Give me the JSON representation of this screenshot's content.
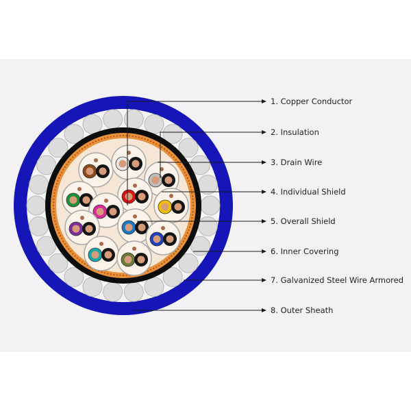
{
  "labels": [
    "1. Copper Conductor",
    "2. Insulation",
    "3. Drain Wire",
    "4. Individual Shield",
    "5. Overall Shield",
    "6. Inner Covering",
    "7. Galvanized Steel Wire Armored",
    "8. Outer Sheath"
  ],
  "colors": {
    "outer_sheath": "#1515b8",
    "armor_wire": "#dcdcdc",
    "inner_covering": "#0d0d0d",
    "overall_shield": "#e8913a",
    "filler": "#f6e6d6",
    "copper": "#d89b7a",
    "insulation_black": "#151515"
  },
  "pairs": [
    {
      "color": "#8a4a1e"
    },
    {
      "color": "#e9e9e9"
    },
    {
      "color": "#bdbdbd"
    },
    {
      "color": "#1e8f3a"
    },
    {
      "color": "#dd1111"
    },
    {
      "color": "#f0c000"
    },
    {
      "color": "#d92b9a"
    },
    {
      "color": "#7a2f9a"
    },
    {
      "color": "#1c78c2"
    },
    {
      "color": "#1f3fbf"
    },
    {
      "color": "#1aa6a6"
    },
    {
      "color": "#6b7b3a"
    }
  ]
}
